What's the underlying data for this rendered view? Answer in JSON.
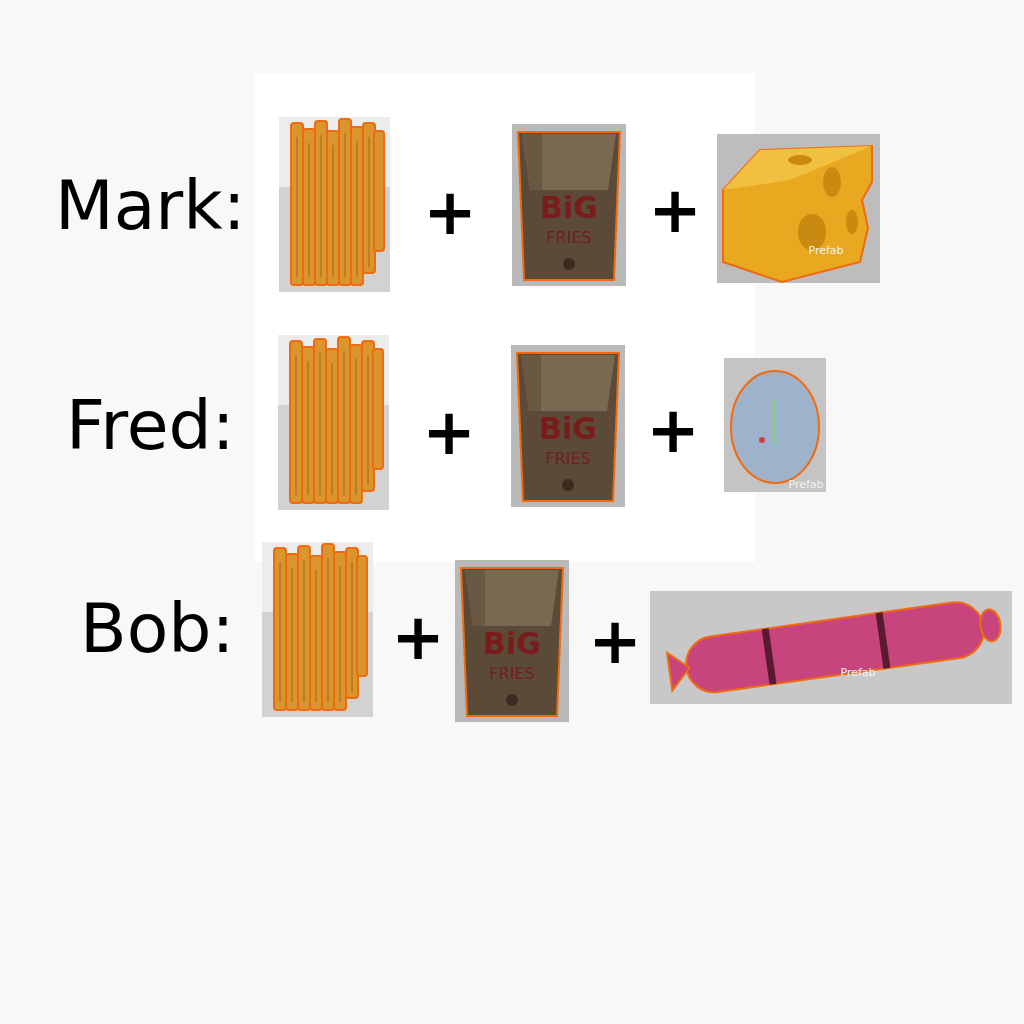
{
  "diagram": {
    "labels": [
      "Mark:",
      "+",
      "BiG",
      "FRIES",
      "+",
      "Prefab",
      "Fred:",
      "+",
      "BiG",
      "FRIES",
      "+",
      "Prefab",
      "Bob:",
      "+",
      "BiG",
      "FRIES",
      "+",
      "Prefab"
    ]
  }
}
